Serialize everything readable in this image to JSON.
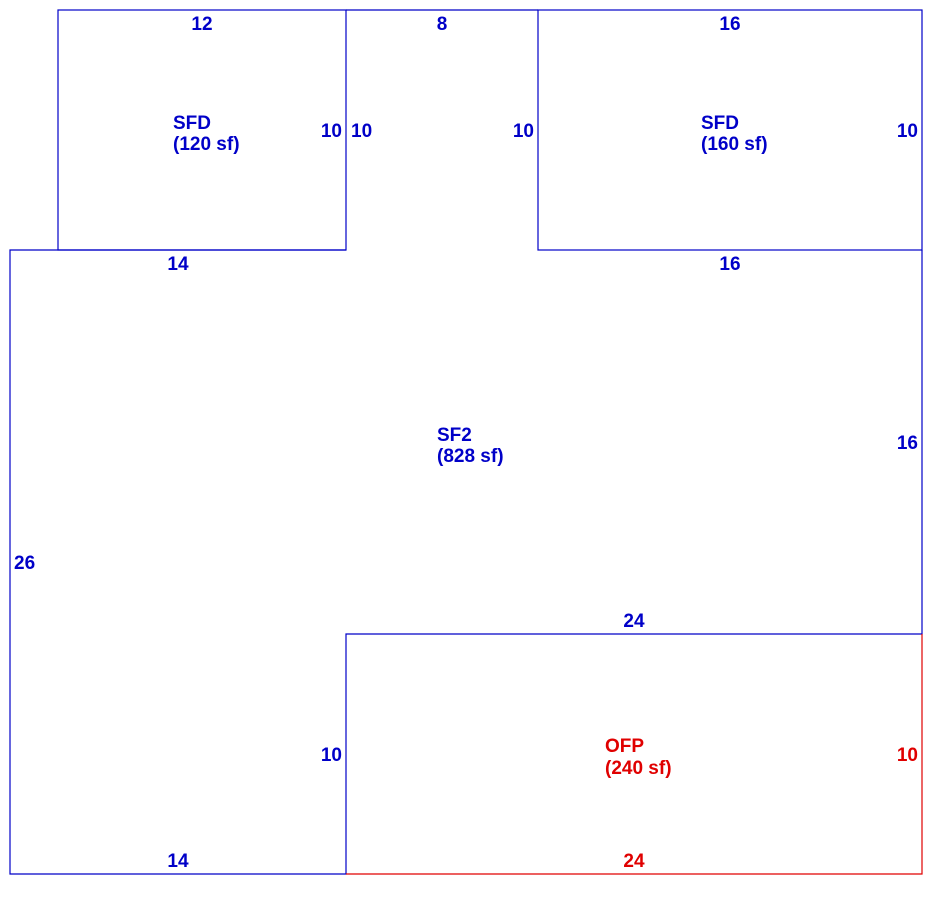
{
  "colors": {
    "structure": "#0000c8",
    "porch": "#e00000"
  },
  "areas": {
    "sfd_left": {
      "code": "SFD",
      "area": "(120 sf)"
    },
    "sfd_right": {
      "code": "SFD",
      "area": "(160 sf)"
    },
    "sf2": {
      "code": "SF2",
      "area": "(828 sf)"
    },
    "ofp": {
      "code": "OFP",
      "area": "(240 sf)"
    }
  },
  "dimensions": {
    "sfd_left_top": "12",
    "sfd_left_right": "10",
    "gap_top": "8",
    "gap_left": "10",
    "gap_right": "10",
    "sfd_right_top": "16",
    "sfd_right_right": "10",
    "sf2_top_left": "14",
    "sf2_top_right": "16",
    "sf2_right": "16",
    "sf2_left": "26",
    "sf2_inner_bottom": "24",
    "sf2_inner_left": "10",
    "sf2_bottom": "14",
    "ofp_right": "10",
    "ofp_bottom": "24"
  }
}
